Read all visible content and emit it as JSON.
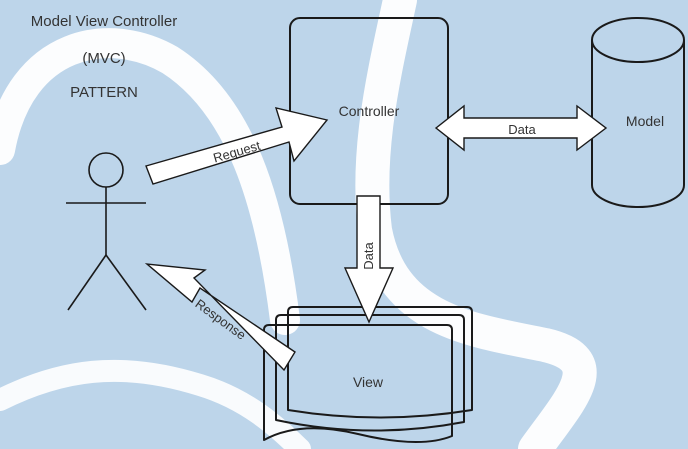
{
  "title": {
    "line1": "Model View Controller",
    "line2": "(MVC)",
    "line3": "PATTERN"
  },
  "nodes": {
    "controller": "Controller",
    "model": "Model",
    "view": "View"
  },
  "arrows": {
    "request": "Request",
    "response": "Response",
    "controller_model": "Data",
    "controller_view": "Data"
  },
  "colors": {
    "background": "#bdd5ea",
    "swoosh": "#ffffff",
    "stroke": "#1a1a1a",
    "text": "#333333"
  },
  "icons": {
    "user": "stick-figure-icon"
  }
}
